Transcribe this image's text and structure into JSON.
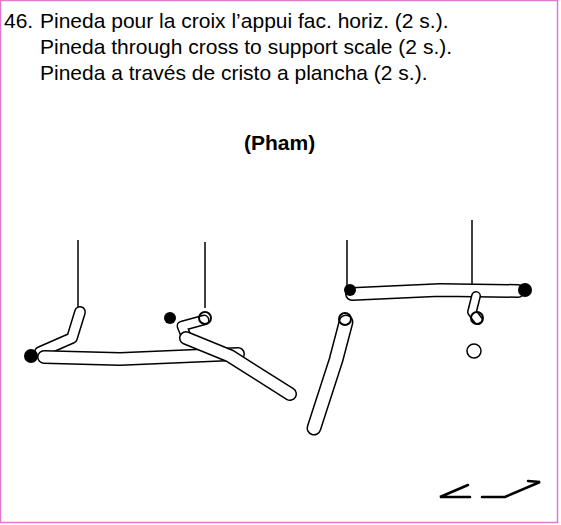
{
  "diagram": {
    "labels": [
      "46.",
      "Pineda pour la croix l’appui fac. horiz. (2 s.).",
      "Pineda through cross to support scale (2 s.).",
      "Pineda a través de cristo a plancha (2 s.).",
      "(Pham)"
    ]
  }
}
